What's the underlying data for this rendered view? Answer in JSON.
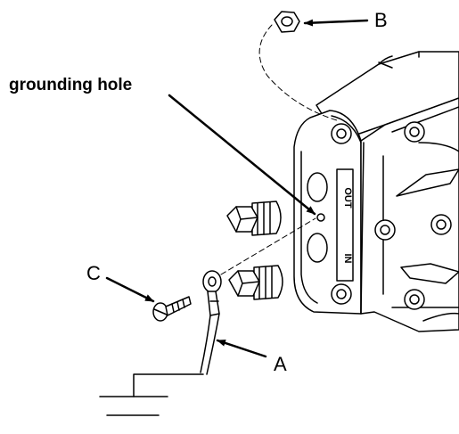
{
  "labels": {
    "grounding_hole": "grounding hole",
    "a": "A",
    "b": "B",
    "c": "C"
  },
  "housing_markings": {
    "out": "OUT",
    "in": "IN"
  },
  "colors": {
    "line": "#000000",
    "background": "#ffffff"
  }
}
